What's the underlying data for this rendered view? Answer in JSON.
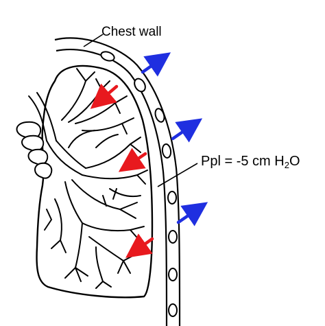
{
  "labels": {
    "chest_wall": "Chest wall",
    "ppl_prefix": "Ppl = -5 cm H",
    "ppl_sub": "2",
    "ppl_suffix": "O"
  },
  "colors": {
    "outward_arrow": "#1f2fe0",
    "inward_arrow": "#e8191e",
    "line": "#000000",
    "background": "#ffffff"
  }
}
